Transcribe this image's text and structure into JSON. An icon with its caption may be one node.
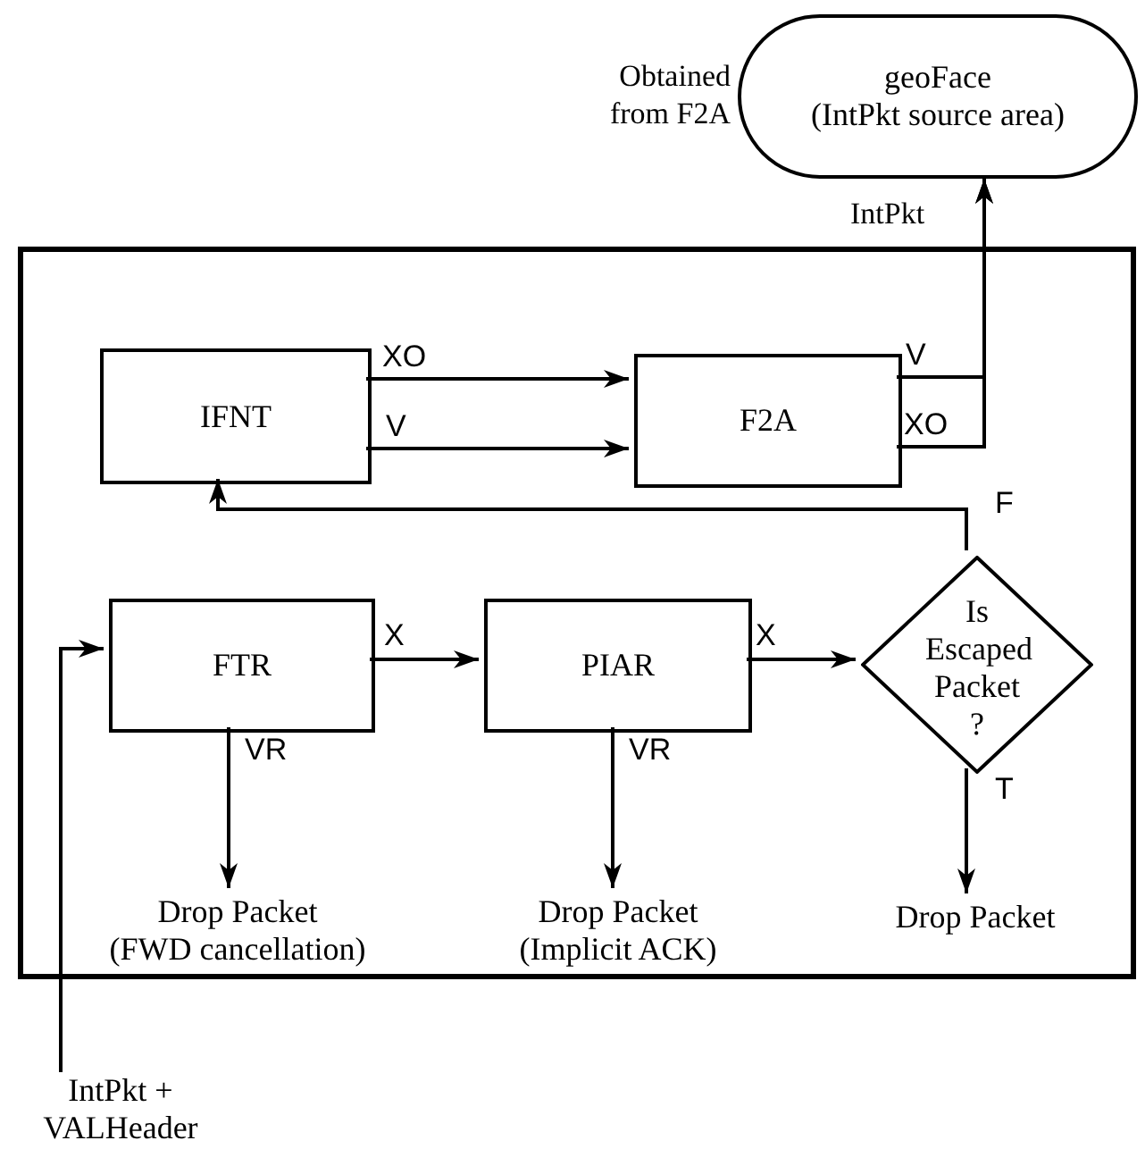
{
  "diagram": {
    "nodes": [
      {
        "text": [
          "geoFace",
          "(IntPkt source area)"
        ],
        "beside": [
          "Obtained from F2A"
        ]
      },
      {
        "text": [],
        "shape": "box"
      },
      {
        "text": [
          "IFNT"
        ],
        "in": 1
      },
      {
        "text": [
          "F2A"
        ],
        "in": 1
      },
      {
        "text": [
          "FTR"
        ],
        "in": 1
      },
      {
        "text": [
          "PIAR"
        ],
        "in": 1
      },
      {
        "text": [
          "Is Escaped Packet ?"
        ],
        "in": 1
      },
      {
        "text": [
          "Drop Packet",
          "(FWD cancellation)"
        ],
        "in": 1
      },
      {
        "text": [
          "Drop Packet",
          "(Implicit ACK)"
        ],
        "in": 1
      },
      {
        "text": [
          "Drop Packet"
        ],
        "in": 1
      },
      {
        "text": [
          "IntPkt + VALHeader"
        ]
      }
    ],
    "edges": [
      {
        "from": 2,
        "to": 3,
        "arrow": "to",
        "label": "XO"
      },
      {
        "from": 2,
        "to": 3,
        "arrow": "to",
        "label": "V"
      },
      {
        "from": 3,
        "to": 0,
        "arrow": "to",
        "label": "V"
      },
      {
        "from": 3,
        "to": 0,
        "arrow": "to",
        "label": "XO"
      },
      {
        "from": 6,
        "to": 2,
        "arrow": "to",
        "label": "F"
      },
      {
        "from": 4,
        "to": 5,
        "arrow": "to",
        "label": "X"
      },
      {
        "from": 5,
        "to": 6,
        "arrow": "to",
        "label": "X"
      },
      {
        "from": 4,
        "to": 7,
        "arrow": "to",
        "label": "VR"
      },
      {
        "from": 5,
        "to": 8,
        "arrow": "to",
        "label": "VR"
      },
      {
        "from": 6,
        "to": 9,
        "arrow": "to",
        "label": "T"
      },
      {
        "from": 10,
        "to": 4,
        "arrow": "to"
      }
    ],
    "labels": [
      "IntPkt"
    ]
  }
}
